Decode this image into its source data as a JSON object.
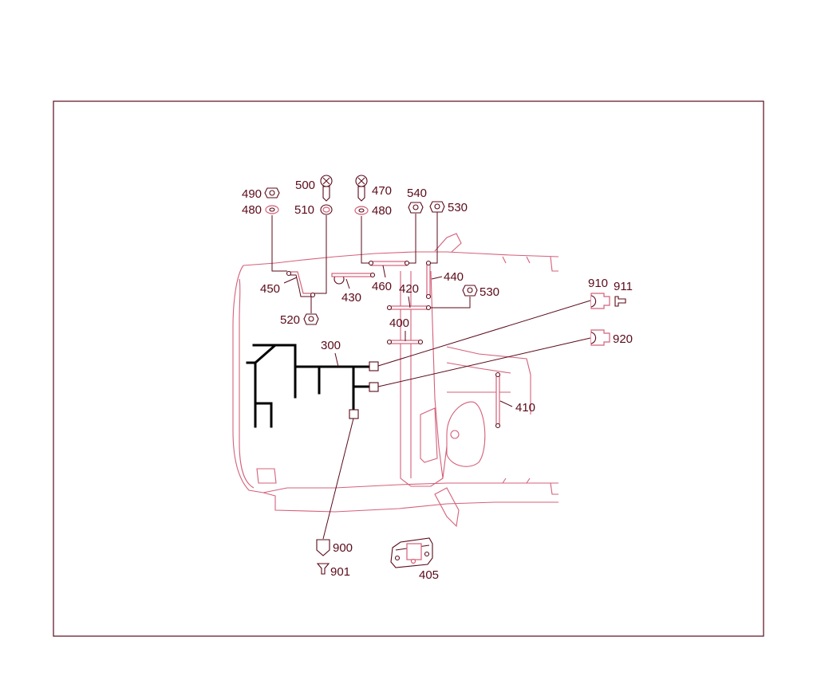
{
  "diagram": {
    "labels": {
      "p300": "300",
      "p400": "400",
      "p405": "405",
      "p410": "410",
      "p420": "420",
      "p430": "430",
      "p440": "440",
      "p450": "450",
      "p460": "460",
      "p470": "470",
      "p480a": "480",
      "p480b": "480",
      "p490": "490",
      "p500": "500",
      "p510": "510",
      "p520": "520",
      "p530a": "530",
      "p530b": "530",
      "p540": "540",
      "p900": "900",
      "p901": "901",
      "p910": "910",
      "p911": "911",
      "p920": "920"
    }
  }
}
